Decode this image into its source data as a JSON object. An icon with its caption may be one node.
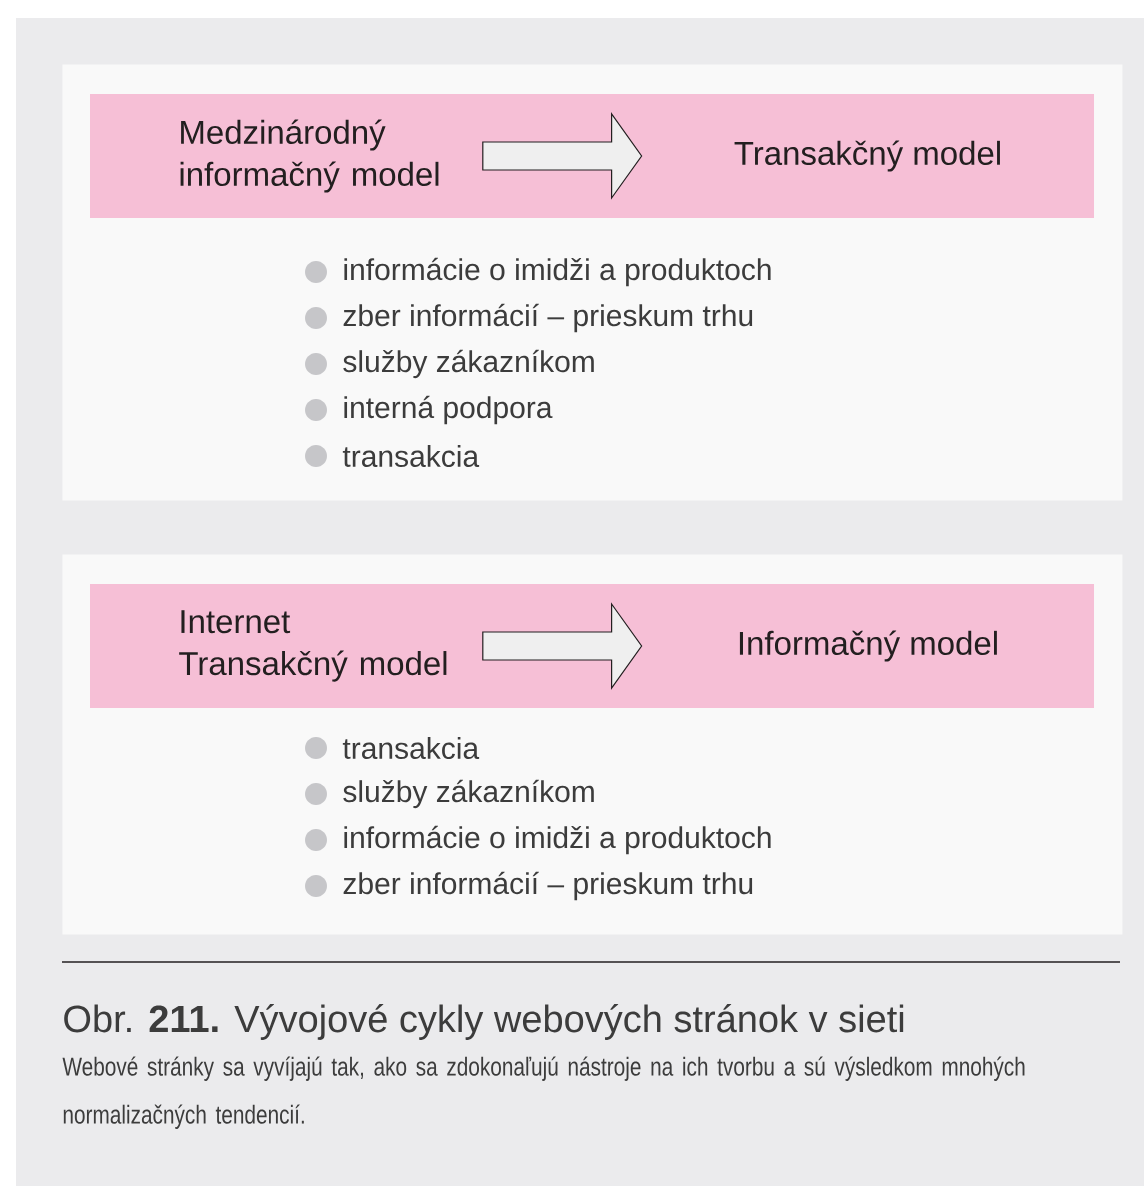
{
  "diagram": {
    "caption": "Obr. **211.** Vývojové cykly webových stránok v sieti",
    "nodes": [
      {
        "text": [
          "informácie o imidži a produktoch",
          "zber informácií – prieskum trhu",
          "služby zákazníkom",
          "interná podpora",
          "transakcia"
        ]
      },
      {
        "text": [
          "Medzinárodný informačný model"
        ],
        "in": 0
      },
      {
        "text": [
          "Transakčný model"
        ],
        "in": 0
      },
      {
        "text": [
          "transakcia",
          "služby zákazníkom",
          "informácie o imidži a produktoch",
          "zber informácií – prieskum trhu"
        ]
      },
      {
        "text": [
          "Internet",
          "Transakčný model"
        ],
        "in": 3
      },
      {
        "text": [
          "Informačný model"
        ],
        "in": 3
      }
    ],
    "edges": [
      {
        "from": 1,
        "to": 2,
        "arrow": "to"
      },
      {
        "from": 4,
        "to": 5,
        "arrow": "to"
      }
    ],
    "labels": [
      "Webové stránky sa vyvíjajú tak, ako sa zdokonaľujú nástroje na ich tvorbu a sú výsledkom mnohých normalizačných tendencií."
    ]
  }
}
